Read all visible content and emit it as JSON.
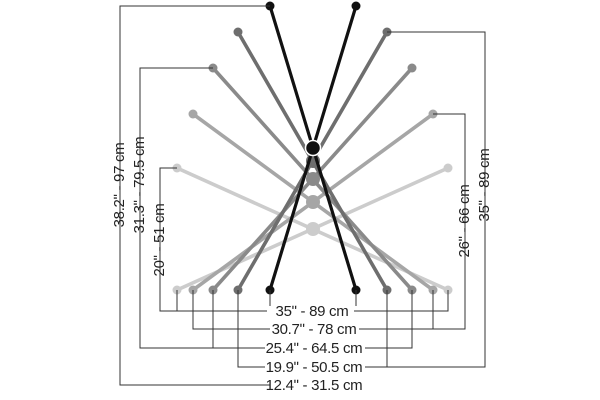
{
  "colors": {
    "background": "#ffffff",
    "dimension_line": "#333333",
    "text": "#222222",
    "leg_shades": [
      "#cccccc",
      "#a6a6a6",
      "#8a8a8a",
      "#6e6e6e",
      "#111111"
    ]
  },
  "configurations": [
    {
      "leg_shade_index": 4,
      "height_label": "38.2ʺ - 97 cm",
      "width_label": "12.4ʺ - 31.5 cm"
    },
    {
      "leg_shade_index": 3,
      "height_label": "35ʺ - 89 cm",
      "width_label": "19.9ʺ - 50.5 cm"
    },
    {
      "leg_shade_index": 2,
      "height_label": "31.3ʺ - 79.5 cm",
      "width_label": "25.4ʺ - 64.5 cm"
    },
    {
      "leg_shade_index": 1,
      "height_label": "26ʺ - 66 cm",
      "width_label": "30.7ʺ - 78 cm"
    },
    {
      "leg_shade_index": 0,
      "height_label": "20ʺ - 51 cm",
      "width_label": "35ʺ - 89 cm"
    }
  ]
}
